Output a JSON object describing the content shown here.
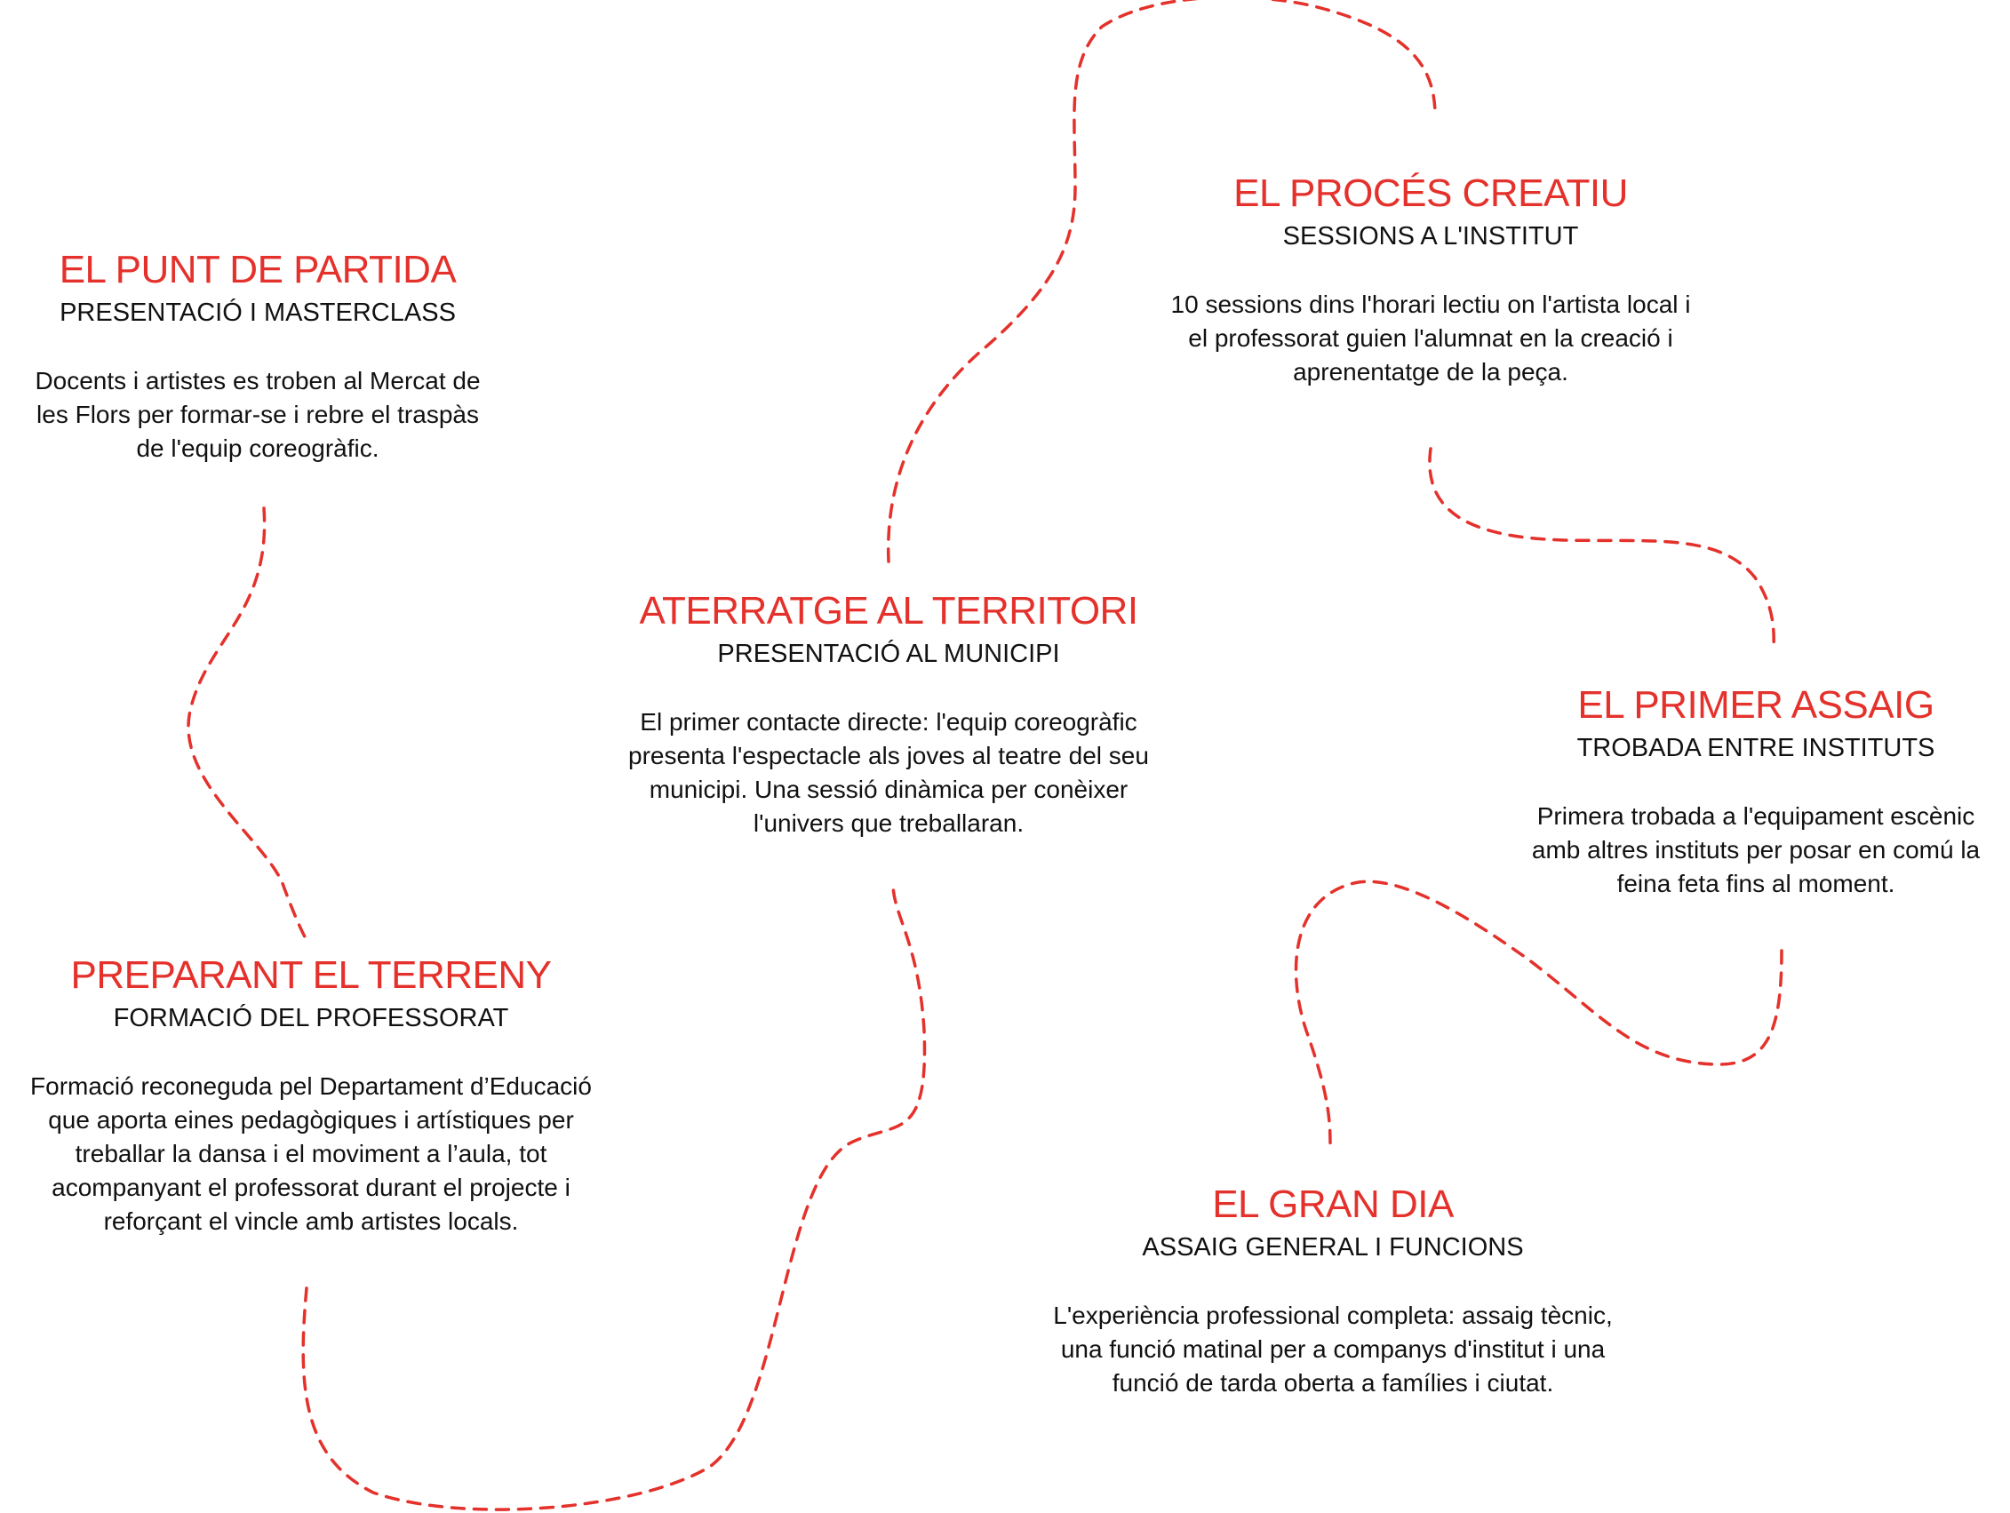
{
  "colors": {
    "accent": "#e4312b",
    "text": "#111111",
    "background": "#ffffff"
  },
  "steps": [
    {
      "title": "EL PUNT DE PARTIDA",
      "subtitle": "PRESENTACIÓ I MASTERCLASS",
      "description": [
        "Docents i artistes es troben al Mercat de",
        "les Flors per formar-se i rebre el traspàs",
        "de l'equip coreogràfic."
      ]
    },
    {
      "title": "PREPARANT EL TERRENY",
      "subtitle": "FORMACIÓ DEL PROFESSORAT",
      "description": [
        "Formació reconeguda pel Departament d’Educació",
        "que aporta eines pedagògiques i artístiques per",
        "treballar la dansa i el moviment a l’aula, tot",
        "acompanyant el professorat durant el projecte i",
        "reforçant el vincle amb artistes locals."
      ]
    },
    {
      "title": "ATERRATGE AL TERRITORI",
      "subtitle": "PRESENTACIÓ AL MUNICIPI",
      "description": [
        "El primer contacte directe: l'equip coreogràfic",
        "presenta l'espectacle als joves al teatre del seu",
        "municipi. Una sessió dinàmica per conèixer",
        "l'univers que treballaran."
      ]
    },
    {
      "title": "EL PROCÉS CREATIU",
      "subtitle": "SESSIONS A L'INSTITUT",
      "description": [
        "10 sessions dins l'horari lectiu on l'artista local i",
        "el professorat guien l'alumnat en la creació i",
        "aprenentatge de la peça."
      ]
    },
    {
      "title": "EL PRIMER ASSAIG",
      "subtitle": "TROBADA ENTRE INSTITUTS",
      "description": [
        "Primera trobada a l'equipament escènic",
        "amb altres instituts per posar en comú la",
        "feina feta fins al moment."
      ]
    },
    {
      "title": "EL GRAN DIA",
      "subtitle": "ASSAIG GENERAL I FUNCIONS",
      "description": [
        "L'experiència professional completa: assaig tècnic,",
        "una funció matinal per a companys d'institut i una",
        "funció de tarda oberta a famílies i ciutat."
      ]
    }
  ]
}
